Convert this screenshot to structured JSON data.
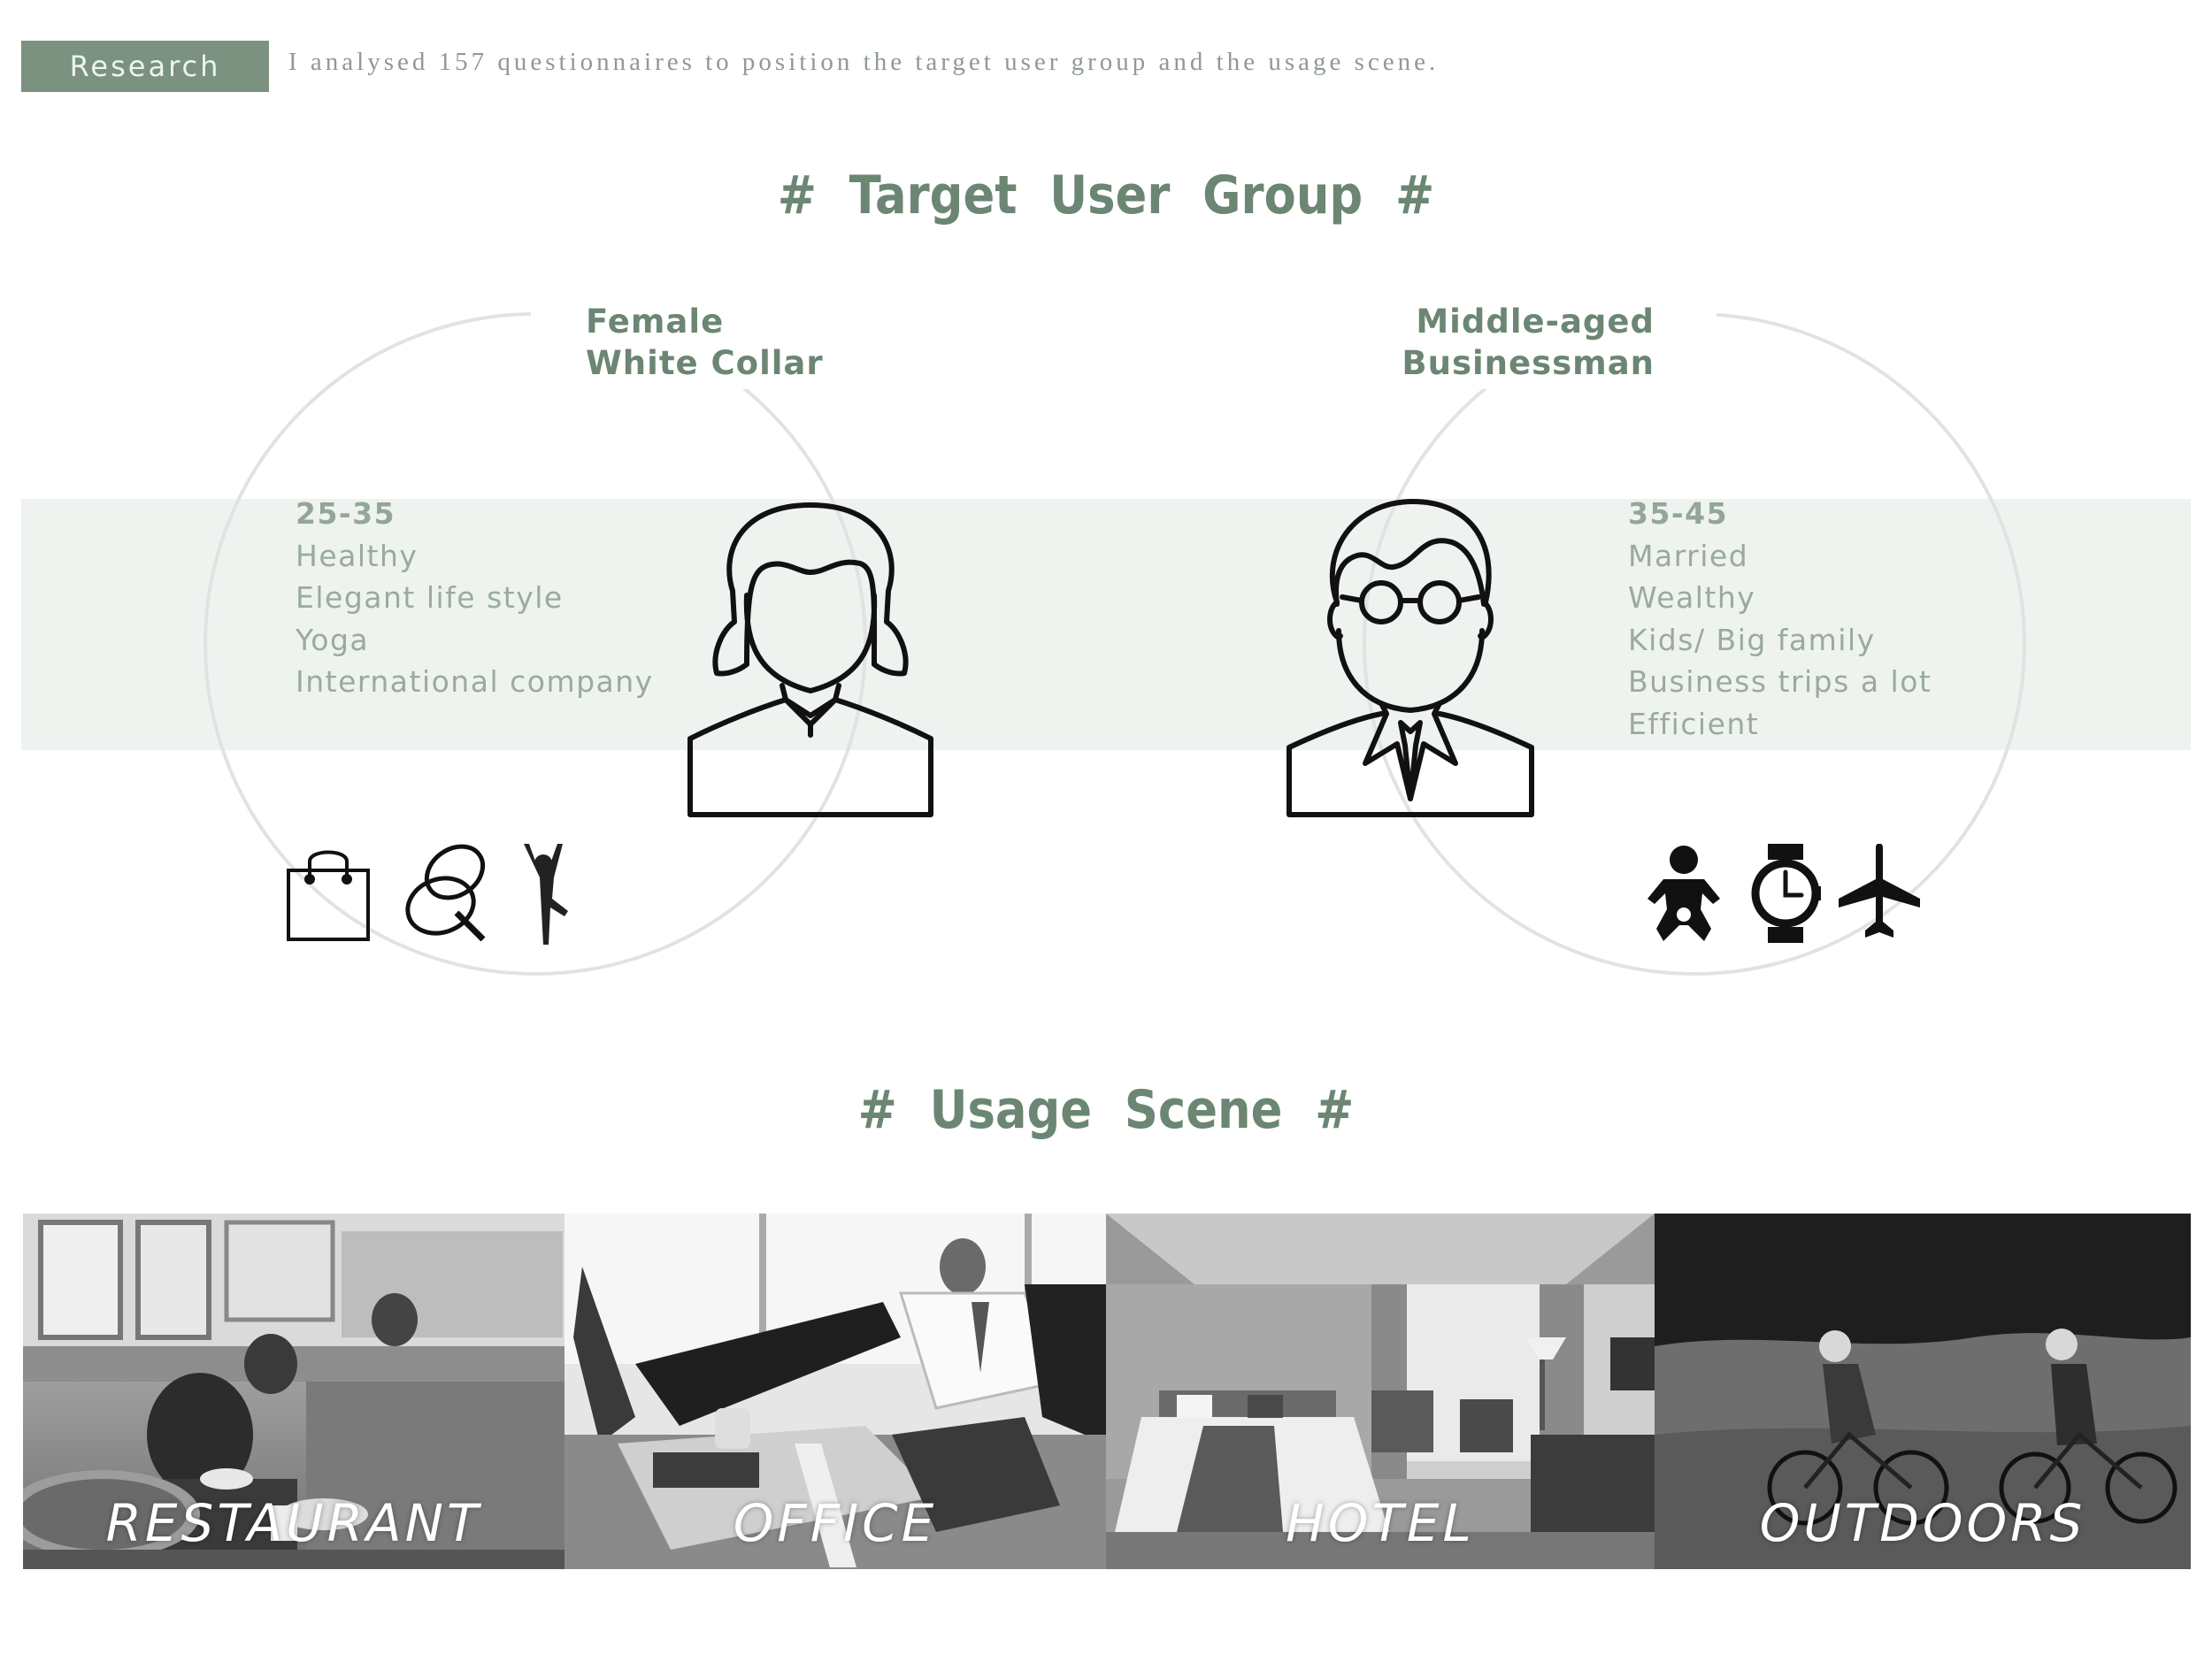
{
  "header": {
    "tag": "Research",
    "intro": "I analysed 157 questionnaires to position the target user group and the usage scene."
  },
  "target_title": "#  Target  User  Group  #",
  "groups": {
    "female": {
      "label_line1": "Female",
      "label_line2": "White Collar",
      "traits": [
        "25-35",
        "Healthy",
        "Elegant life style",
        "Yoga",
        "International company"
      ],
      "icons": [
        "shopping-bag-icon",
        "compact-mirror-icon",
        "yoga-pose-icon"
      ]
    },
    "male": {
      "label_line1": "Middle-aged",
      "label_line2": "Businessman",
      "traits": [
        "35-45",
        "Married",
        "Wealthy",
        "Kids/ Big family",
        "Business trips a lot",
        "Efficient"
      ],
      "icons": [
        "baby-icon",
        "wristwatch-icon",
        "airplane-icon"
      ]
    }
  },
  "usage_title": "#  Usage  Scene  #",
  "scenes": [
    {
      "caption": "RESTAURANT"
    },
    {
      "caption": "OFFICE"
    },
    {
      "caption": "HOTEL"
    },
    {
      "caption": "OUTDOORS"
    }
  ],
  "colors": {
    "accent": "#6b8672",
    "badge": "#7a927f",
    "band": "#eef3ef",
    "trait_text": "#9aaa9e"
  }
}
